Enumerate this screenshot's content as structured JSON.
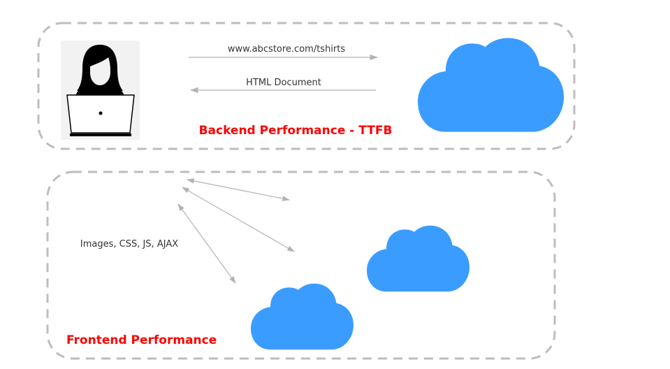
{
  "backend": {
    "title": "Backend Performance - TTFB",
    "request_label": "www.abcstore.com/tshirts",
    "response_label": "HTML Document",
    "icons": [
      "user-laptop-icon",
      "cloud-icon"
    ]
  },
  "frontend": {
    "title": "Frontend Performance",
    "assets_label": "Images, CSS, JS, AJAX",
    "icons": [
      "cloud-icon",
      "cloud-icon"
    ]
  },
  "colors": {
    "title_red": "#ff0000",
    "cloud_blue": "#3b9cff",
    "dash_gray": "#bdbdbd",
    "arrow_gray": "#b3b3b3",
    "text_dark": "#333333",
    "user_bg": "#f2f2f2"
  }
}
